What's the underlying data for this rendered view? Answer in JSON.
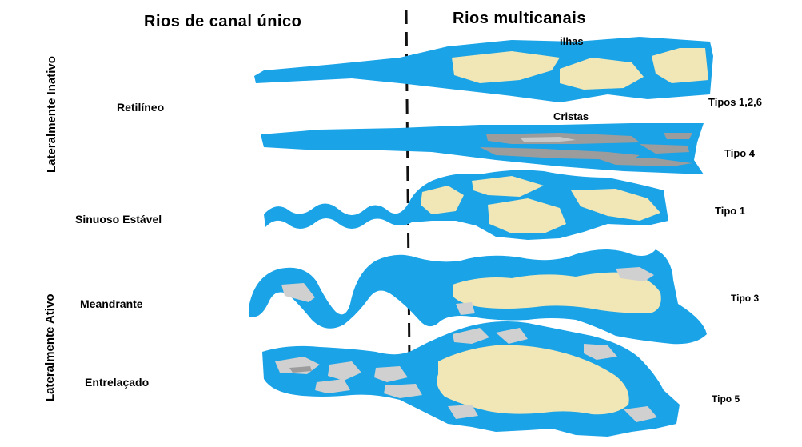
{
  "headers": {
    "single": "Rios de canal único",
    "multi": "Rios multicanais"
  },
  "side_labels": {
    "inactive": "Lateralmente Inativo",
    "active": "Lateralmente Ativo"
  },
  "rows": {
    "retilineo": "Retilíneo",
    "sinuoso": "Sinuoso Estável",
    "meandrante": "Meandrante",
    "entrelacado": "Entrelaçado"
  },
  "annotations": {
    "ilhas": "ilhas",
    "cristas": "Cristas"
  },
  "types": {
    "t126": "Tipos 1,2,6",
    "t4": "Tipo 4",
    "t1": "Tipo 1",
    "t3": "Tipo 3",
    "t5": "Tipo 5"
  },
  "colors": {
    "water": "#1aa3e6",
    "island": "#f1e6b6",
    "ridge": "#9c9c9c"
  }
}
